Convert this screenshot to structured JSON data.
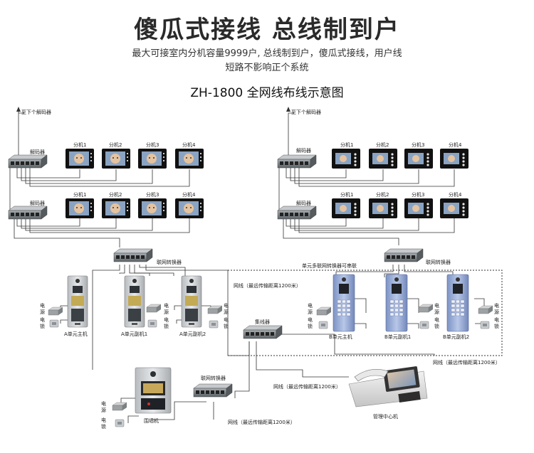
{
  "header": {
    "title": "傻瓜式接线 总线制到户",
    "subtitle_line1": "最大可接室内分机容量9999户, 总线制到户，傻瓜式接线，用户线",
    "subtitle_line2": "短路不影响正个系统",
    "diagram_title": "ZH-1800 全网线布线示意图"
  },
  "labels": {
    "to_next_decoder": "至下个解码器",
    "decoder": "解码器",
    "ext1": "分机1",
    "ext2": "分机2",
    "ext3": "分机3",
    "ext4": "分机4",
    "net_converter": "联网转换器",
    "unit_multi_converter": "单元多联网转换器可串联",
    "hub": "集线器",
    "cable_1200": "网线（最远传输距离1200米）",
    "power_1": "电",
    "power_2": "源",
    "lock_1": "电",
    "lock_2": "锁",
    "a_main": "A单元主机",
    "a_sub1": "A单元副机1",
    "a_sub2": "A单元副机2",
    "b_main": "B单元主机",
    "b_sub1": "B单元副机1",
    "b_sub2": "B单元副机2",
    "wall_unit": "围墙机",
    "center": "管理中心机"
  },
  "colors": {
    "line": "#333333",
    "device_gray": "#7d8488",
    "monitor_black": "#111111",
    "panel_silver": "#c9ccce",
    "panel_blue": "#9aaed8"
  }
}
